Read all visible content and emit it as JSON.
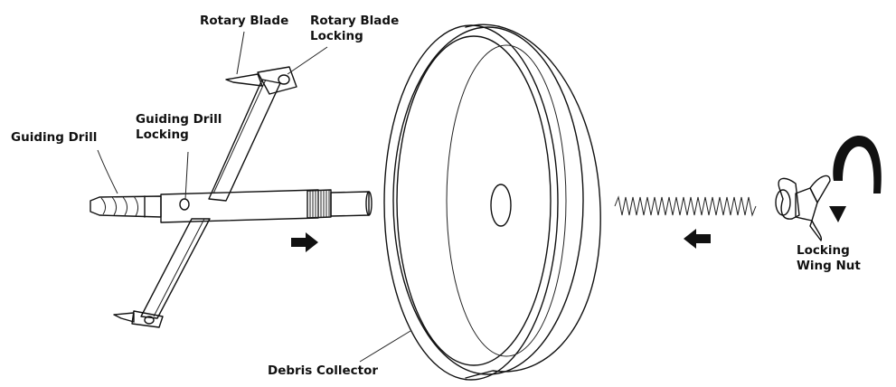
{
  "labels": {
    "rotary_blade": "Rotary Blade",
    "rotary_blade_locking_1": "Rotary Blade",
    "rotary_blade_locking_2": "Locking",
    "guiding_drill_locking_1": "Guiding Drill",
    "guiding_drill_locking_2": "Locking",
    "guiding_drill": "Guiding Drill",
    "locking_wing_nut_1": "Locking",
    "locking_wing_nut_2": "Wing Nut",
    "debris_collector": "Debris Collector"
  },
  "icons": {
    "arrow_right": "arrow-right-icon",
    "arrow_left": "arrow-left-icon",
    "rotation_arrow": "curved-rotation-arrow-icon"
  }
}
